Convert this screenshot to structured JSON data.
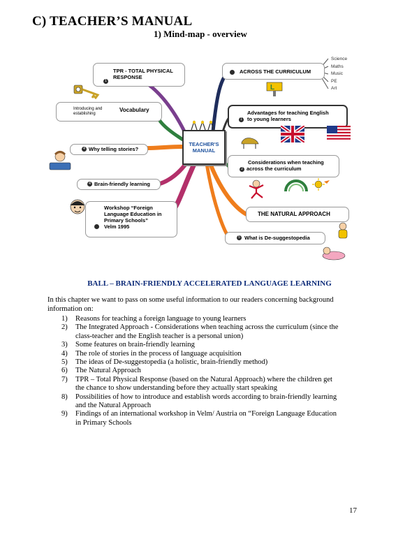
{
  "header": {
    "title": "C) TEACHER’S MANUAL",
    "subtitle": "1) Mind-map - overview"
  },
  "mindmap": {
    "center": [
      "TEACHER'S",
      "MANUAL"
    ],
    "nodes": {
      "tpr": "TPR - TOTAL PHYSICAL RESPONSE",
      "vocabulary_prefix": "Introducing and establishing",
      "vocabulary": "Vocabulary",
      "stories": "Why telling stories?",
      "brain": "Brain-friendly learning",
      "workshop": [
        "Workshop “Foreign",
        "Language Education in",
        "Primary Schools”",
        "Velm 1995"
      ],
      "curriculum": "ACROSS THE CURRICULUM",
      "subjects": [
        "Science",
        "Maths",
        "Music",
        "PE",
        "Art"
      ],
      "advantages": [
        "Advantages for teaching English",
        "to young learners"
      ],
      "considerations": [
        "Considerations when teaching",
        "across the curriculum"
      ],
      "natural": "THE NATURAL APPROACH",
      "suggestopedia": "What is De-suggestopedia"
    },
    "bullets": {
      "tpr": "1",
      "stories": "4",
      "advantages": "1",
      "considerations": "2",
      "suggestopedia": "5"
    },
    "colors": {
      "branch_purple": "#7a3f8e",
      "branch_pink": "#b3306a",
      "branch_orange": "#ef7d1c",
      "branch_green": "#2f7f3e",
      "branch_navy": "#1f2d5c",
      "branch_grey": "#666666",
      "center_text": "#1b4f9c"
    }
  },
  "ball": {
    "b": "B",
    "b_rest": "ALL – ",
    "br": "B",
    "br_rest": "RAIN-",
    "f": "F",
    "f_rest": "RIENDLY ",
    "a": "A",
    "a_rest": "CCELERATED ",
    "l": "L",
    "l_rest": "ANGUAGE ",
    "l2": "L",
    "l2_rest": "EARNING"
  },
  "intro": "In this chapter we want to pass on some useful information to our readers concerning background information on:",
  "list": [
    {
      "num": "1)",
      "text": "Reasons for teaching a foreign language to young learners"
    },
    {
      "num": "2)",
      "text": "The Integrated Approach - Considerations when teaching across the curriculum (since the class-teacher and the English teacher is a personal union)"
    },
    {
      "num": "3)",
      "text": "Some features on brain-friendly learning"
    },
    {
      "num": "4)",
      "text": "The role of stories in the process of language acquisition"
    },
    {
      "num": "5)",
      "text": "The ideas of De-suggestopedia (a holistic, brain-friendly method)"
    },
    {
      "num": "6)",
      "text": "The Natural Approach"
    },
    {
      "num": "7)",
      "text": "TPR – Total Physical Response (based on the Natural Approach) where the children get the chance to show understanding before they actually start speaking"
    },
    {
      "num": "8)",
      "text": "Possibilities of how to introduce and establish words according to brain-friendly learning and the Natural Approach"
    },
    {
      "num": "9)",
      "text": "Findings of an international workshop in Velm/ Austria on “Foreign Language Education in Primary Schools"
    }
  ],
  "page_number": "17"
}
